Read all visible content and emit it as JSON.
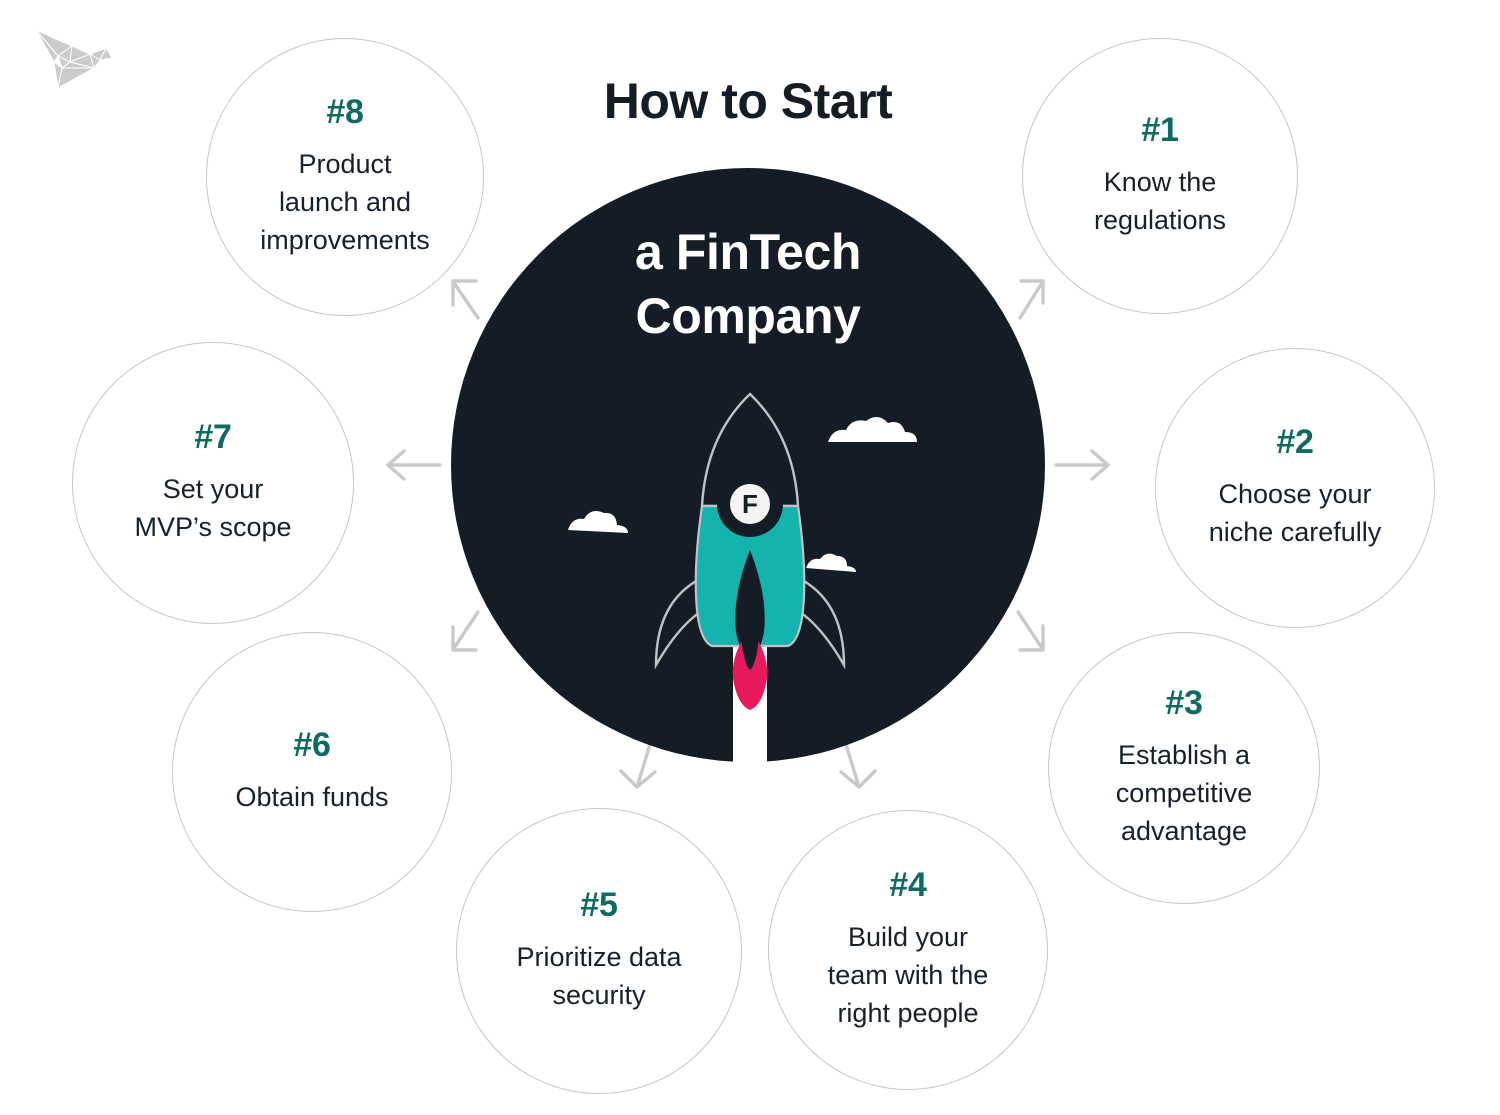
{
  "logo": {
    "icon": "origami-bird-logo",
    "color": "#c9cbcd"
  },
  "title": {
    "main": "How to Start",
    "hub_line1": "a FinTech",
    "hub_line2": "Company"
  },
  "colors": {
    "hub_background": "#141d26",
    "accent_teal": "#0e6b62",
    "rocket_teal": "#15b3ae",
    "flame_crimson": "#e81a5c",
    "text_dark": "#17212b",
    "circle_border": "#c4c6c8",
    "arrow": "#c7c9cb",
    "page_background": "#ffffff"
  },
  "rocket": {
    "badge_letter": "F",
    "badge_name": "fintech-logo-badge",
    "clouds": 3
  },
  "steps": [
    {
      "id": 1,
      "num": "#1",
      "label": "Know the regulations",
      "lines": [
        "Know the",
        "regulations"
      ]
    },
    {
      "id": 2,
      "num": "#2",
      "label": "Choose your niche carefully",
      "lines": [
        "Choose your",
        "niche carefully"
      ]
    },
    {
      "id": 3,
      "num": "#3",
      "label": "Establish a competitive advantage",
      "lines": [
        "Establish a",
        "competitive",
        "advantage"
      ]
    },
    {
      "id": 4,
      "num": "#4",
      "label": "Build your team with the right people",
      "lines": [
        "Build your",
        "team with the",
        "right people"
      ]
    },
    {
      "id": 5,
      "num": "#5",
      "label": "Prioritize data security",
      "lines": [
        "Prioritize data",
        "security"
      ]
    },
    {
      "id": 6,
      "num": "#6",
      "label": "Obtain funds",
      "lines": [
        "Obtain funds"
      ]
    },
    {
      "id": 7,
      "num": "#7",
      "label": "Set your MVP’s scope",
      "lines": [
        "Set your",
        "MVP’s scope"
      ]
    },
    {
      "id": 8,
      "num": "#8",
      "label": "Product launch and improvements",
      "lines": [
        "Product",
        "launch and",
        "improvements"
      ]
    }
  ]
}
